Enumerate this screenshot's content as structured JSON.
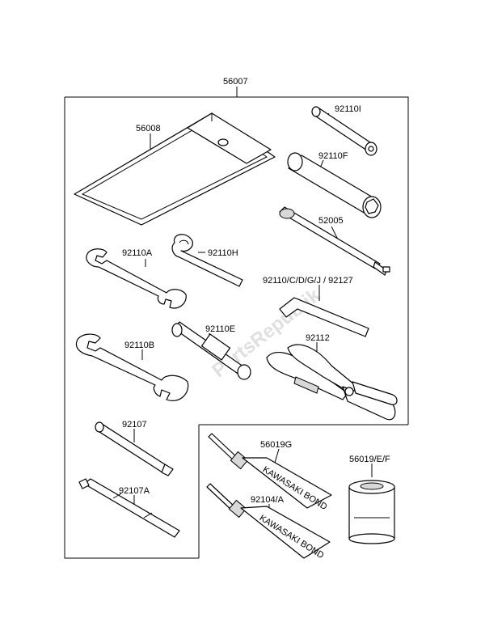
{
  "labels": {
    "kit": "56007",
    "pouch": "56008",
    "tube_wrench_i": "92110I",
    "socket_f": "92110F",
    "extension": "52005",
    "wrench_a": "92110A",
    "hook_wrench_h": "92110H",
    "hex_keys": "92110/C/D/G/J  /  92127",
    "socket_e": "92110E",
    "wrench_b": "92110B",
    "pliers": "92112",
    "screwdriver": "92107",
    "screwdriver_a": "92107A",
    "bond_g": "56019G",
    "bond_a": "92104/A",
    "can": "56019/E/F",
    "tube_text": "KAWASAKI BOND"
  },
  "watermark": "PartsRepublik",
  "colors": {
    "line": "#000000",
    "shade": "#d8d8d8",
    "watermark": "#c8c8c8"
  }
}
